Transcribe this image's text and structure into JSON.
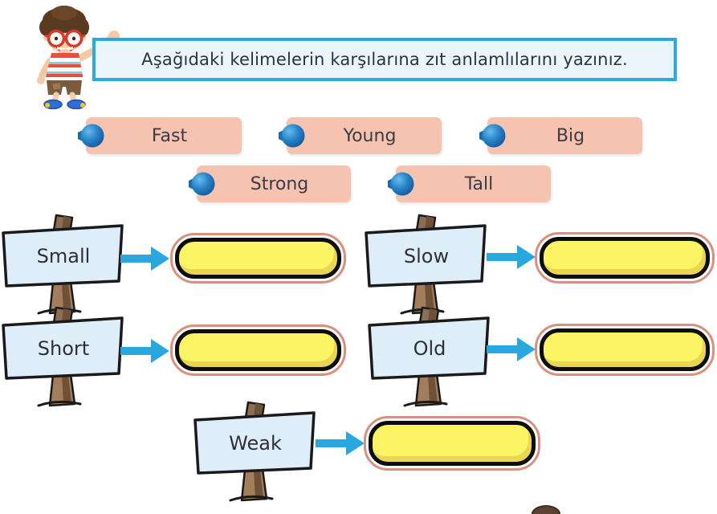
{
  "instruction": {
    "text": "Aşağıdaki kelimelerin karşılarına zıt anlamlılarını yazınız."
  },
  "word_bank": {
    "items": [
      "Fast",
      "Young",
      "Big",
      "Strong",
      "Tall"
    ]
  },
  "exercises": [
    {
      "word": "Small",
      "answer": ""
    },
    {
      "word": "Slow",
      "answer": ""
    },
    {
      "word": "Short",
      "answer": ""
    },
    {
      "word": "Old",
      "answer": ""
    },
    {
      "word": "Weak",
      "answer": ""
    }
  ],
  "colors": {
    "accent_blue": "#29A8E0",
    "instruction_border": "#2BA9E1",
    "word_bank_fill": "#F6C3B0",
    "pin_blue": "#1E74BE",
    "sign_fill": "#DEEEF8",
    "post_brown": "#A37D5C",
    "answer_fill": "#FBF465",
    "answer_outline": "#D9907C",
    "answer_border": "#0D0D0D"
  }
}
